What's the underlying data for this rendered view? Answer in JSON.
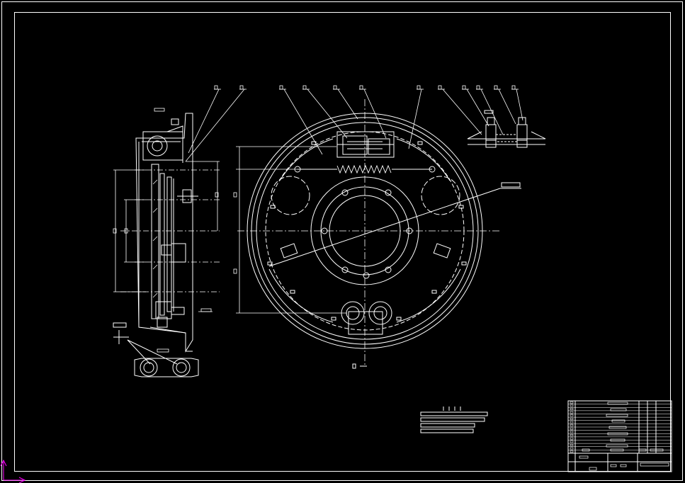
{
  "drawing": {
    "background": "#000000",
    "line_color": "#ffffff",
    "ucs_color": "#ff00ff",
    "views": [
      "section-view",
      "front-view",
      "detail-view",
      "bolt-detail"
    ],
    "parts_list_rows": 13,
    "title_block_rows": 22
  }
}
